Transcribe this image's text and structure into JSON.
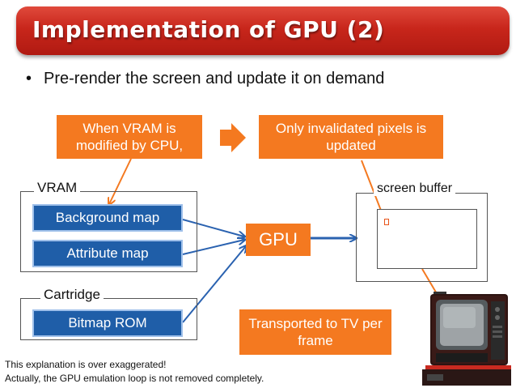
{
  "slide": {
    "title": "Implementation of GPU (2)",
    "bullet": "Pre-render the screen and update it on demand"
  },
  "callouts": {
    "vram_modified": "When VRAM is modified by CPU,",
    "invalidated": "Only invalidated pixels is updated",
    "transported": "Transported to TV per frame"
  },
  "vram": {
    "label": "VRAM",
    "items": [
      "Background map",
      "Attribute map"
    ]
  },
  "cartridge": {
    "label": "Cartridge",
    "items": [
      "Bitmap ROM"
    ]
  },
  "gpu": {
    "label": "GPU"
  },
  "screen_buffer": {
    "label": "screen buffer"
  },
  "notes": [
    "This explanation is over exaggerated!",
    "Actually, the GPU emulation loop is not removed completely."
  ],
  "colors": {
    "title_red": "#c8261b",
    "callout_orange": "#f47920",
    "box_blue": "#1f5ea8",
    "arrow_blue": "#2a62b0"
  }
}
